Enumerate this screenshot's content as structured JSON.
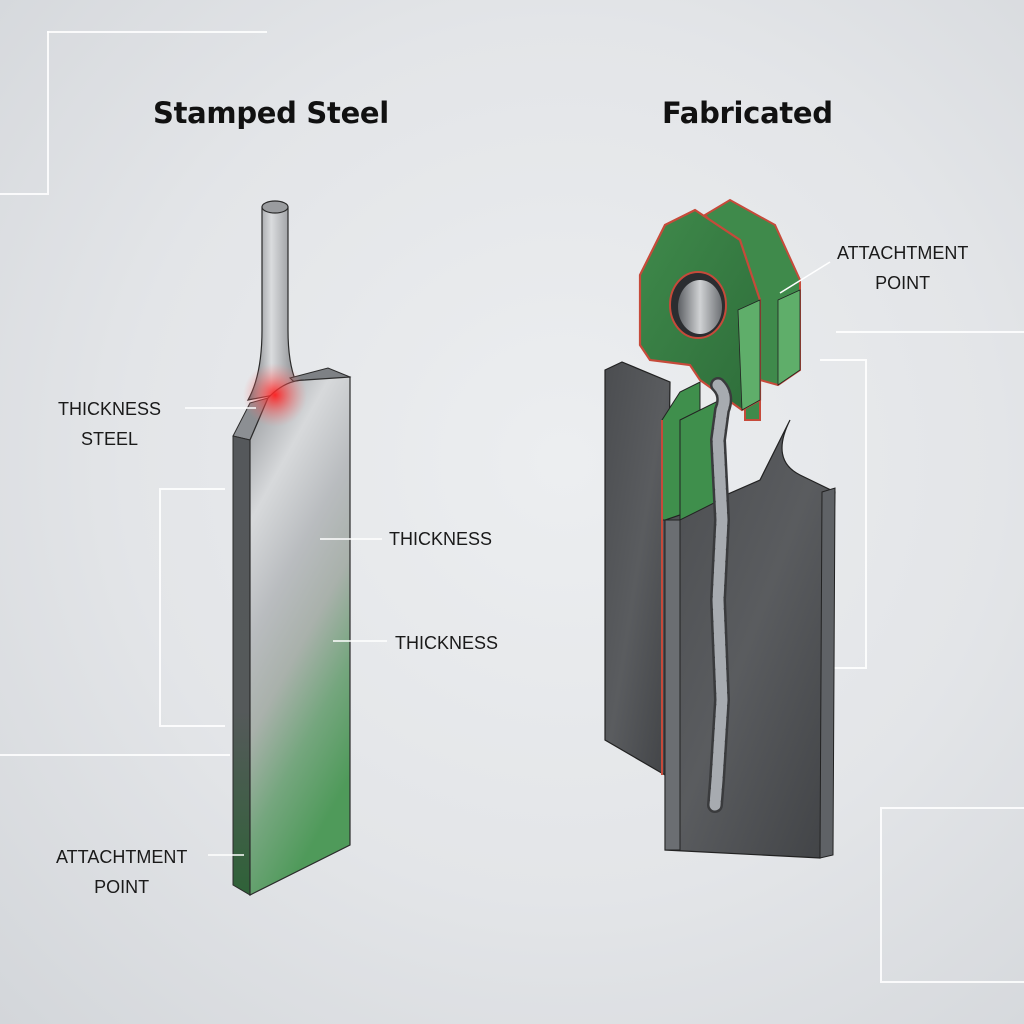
{
  "colors": {
    "background": "#e4e6e9",
    "steel_light": "#d9dbdd",
    "steel_dark": "#4a4c4f",
    "green": "#4f9a5a",
    "green_dark": "#2f6238",
    "red_outline": "#d24a3a",
    "heat_glow": "#ff2a2a",
    "weld": "#9ea3a8",
    "leader_line": "#ffffff"
  },
  "left_panel": {
    "title": "Stamped Steel",
    "labels": {
      "thickness_steel_line1": "THICKNESS",
      "thickness_steel_line2": "STEEL",
      "thickness_upper": "THICKNESS",
      "thickness_lower": "THICKNESS",
      "attachment_line1": "ATTACHTMENT",
      "attachment_line2": "POINT"
    }
  },
  "right_panel": {
    "title": "Fabricated",
    "labels": {
      "attachment_line1": "ATTACHTMENT",
      "attachment_line2": "POINT"
    }
  }
}
